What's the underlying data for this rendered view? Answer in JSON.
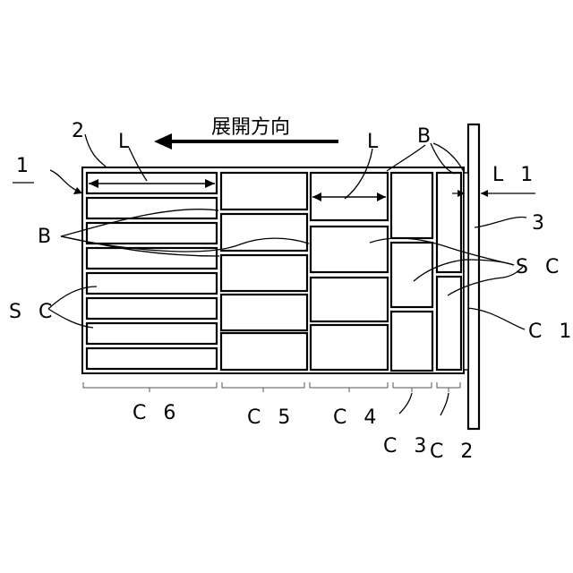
{
  "labels": {
    "direction": "展開方向",
    "ref_1": "1",
    "ref_2": "2",
    "ref_3": "3",
    "L_top_left": "L",
    "L_top_right": "L",
    "B_top": "B",
    "B_left": "B",
    "L1": "L 1",
    "SC_left": "S C",
    "SC_right": "S C",
    "C1": "C 1",
    "C2": "C 2",
    "C3": "C 3",
    "C4": "C 4",
    "C5": "C 5",
    "C6": "C 6"
  },
  "colors": {
    "line": "#000000",
    "background": "#ffffff"
  }
}
